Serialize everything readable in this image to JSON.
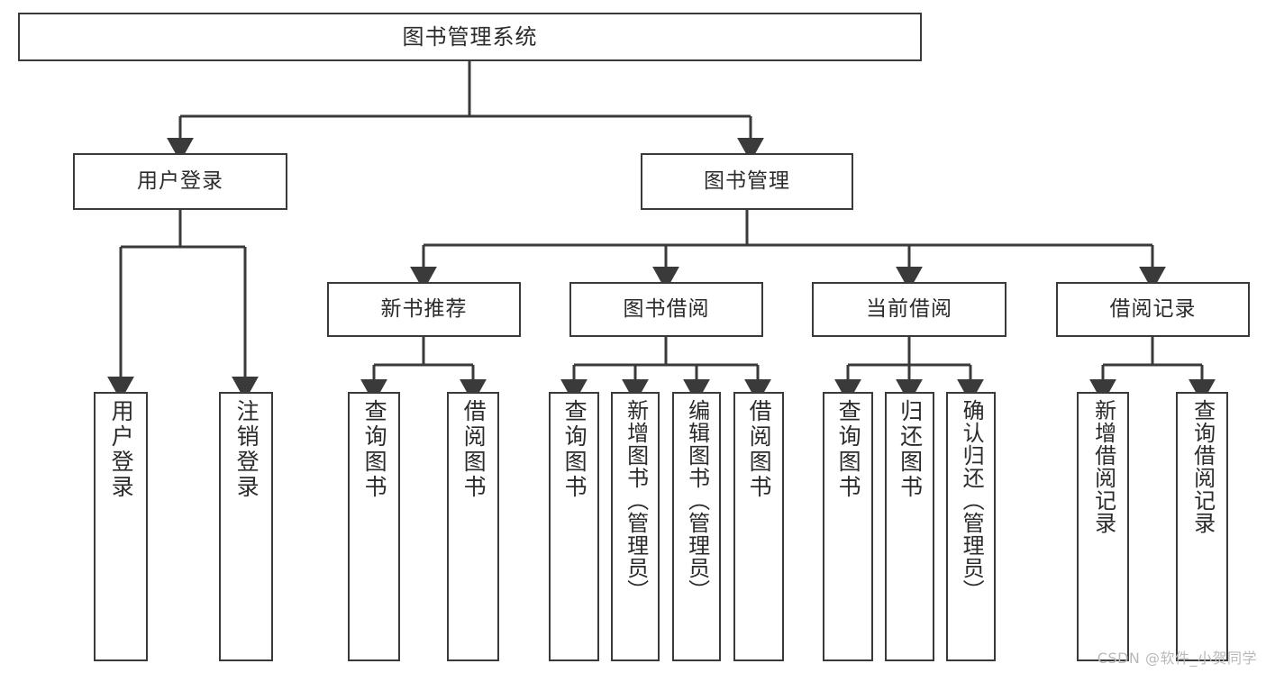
{
  "diagram": {
    "title": "图书管理系统",
    "type": "tree",
    "background_color": "#ffffff",
    "border_color": "#3a3a3a",
    "text_color": "#2b2b2b",
    "nodes": {
      "root": {
        "label": "图书管理系统"
      },
      "level1": [
        {
          "id": "user-login",
          "label": "用户登录"
        },
        {
          "id": "book-manage",
          "label": "图书管理"
        }
      ],
      "level2": [
        {
          "id": "new-book-recommend",
          "label": "新书推荐"
        },
        {
          "id": "book-borrow",
          "label": "图书借阅"
        },
        {
          "id": "current-borrow",
          "label": "当前借阅"
        },
        {
          "id": "borrow-record",
          "label": "借阅记录"
        }
      ],
      "leaves": [
        {
          "id": "leaf-user-login",
          "label": "用户登录",
          "parent": "user-login"
        },
        {
          "id": "leaf-logout",
          "label": "注销登录",
          "parent": "user-login"
        },
        {
          "id": "leaf-query-book-1",
          "label": "查询图书",
          "parent": "new-book-recommend"
        },
        {
          "id": "leaf-borrow-book-1",
          "label": "借阅图书",
          "parent": "new-book-recommend"
        },
        {
          "id": "leaf-query-book-2",
          "label": "查询图书",
          "parent": "book-borrow"
        },
        {
          "id": "leaf-add-book",
          "label": "新增图书（管理员）",
          "parent": "book-borrow"
        },
        {
          "id": "leaf-edit-book",
          "label": "编辑图书（管理员）",
          "parent": "book-borrow"
        },
        {
          "id": "leaf-borrow-book-2",
          "label": "借阅图书",
          "parent": "book-borrow"
        },
        {
          "id": "leaf-query-book-3",
          "label": "查询图书",
          "parent": "current-borrow"
        },
        {
          "id": "leaf-return-book",
          "label": "归还图书",
          "parent": "current-borrow"
        },
        {
          "id": "leaf-confirm-return",
          "label": "确认归还（管理员）",
          "parent": "current-borrow"
        },
        {
          "id": "leaf-add-record",
          "label": "新增借阅记录",
          "parent": "borrow-record"
        },
        {
          "id": "leaf-query-record",
          "label": "查询借阅记录",
          "parent": "borrow-record"
        }
      ]
    },
    "watermark": "CSDN @软件_小贺同学"
  }
}
